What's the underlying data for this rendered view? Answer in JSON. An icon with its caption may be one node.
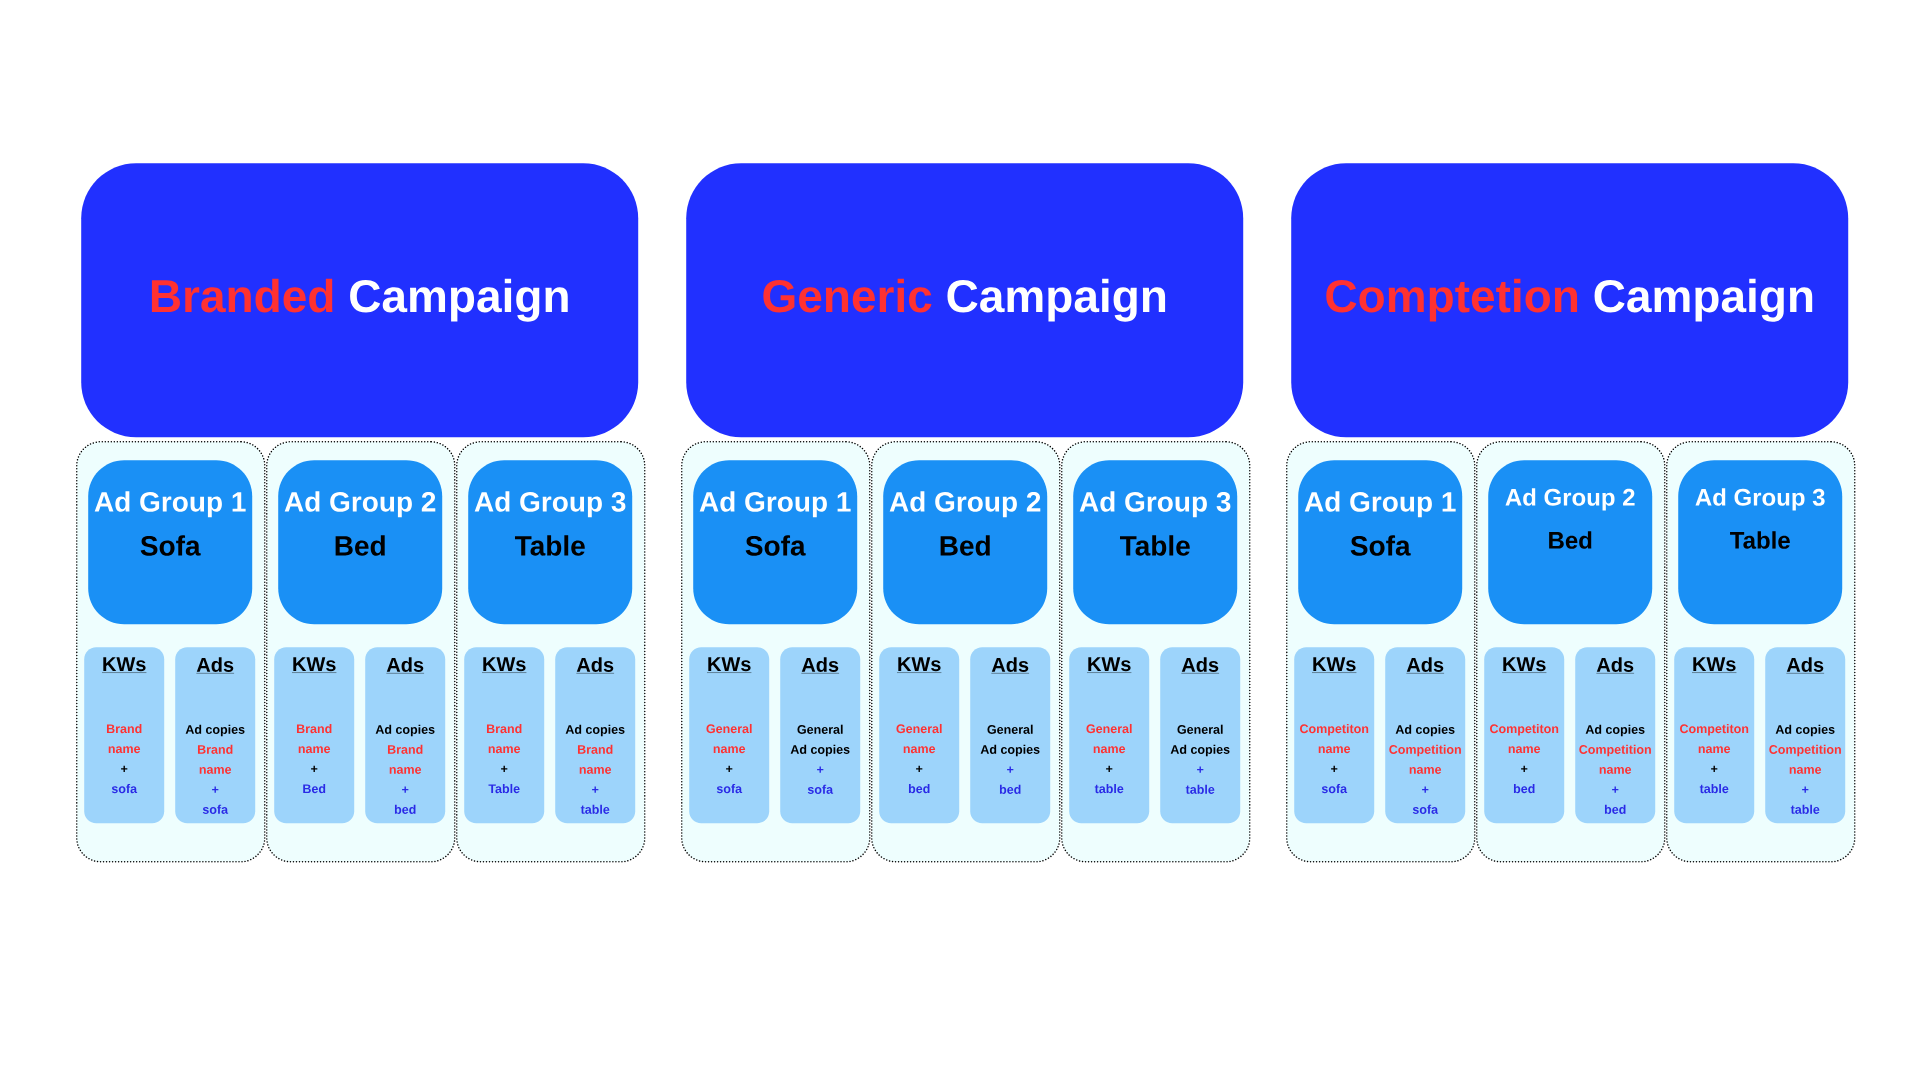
{
  "diagram": {
    "nodes": [
      {
        "text": [
          "Branded",
          "Campaign"
        ]
      },
      {
        "text": [],
        "shape": "box"
      },
      {
        "text": [
          "Ad Group 1",
          "Sofa"
        ],
        "in": 1
      },
      {
        "text": [
          "KWs",
          "Brand name",
          "+",
          "sofa"
        ],
        "in": 1
      },
      {
        "text": [
          "Ads",
          "Ad copies",
          "Brand name",
          "+",
          "sofa"
        ],
        "in": 1
      },
      {
        "text": [],
        "shape": "box"
      },
      {
        "text": [
          "Ad Group 2",
          "Bed"
        ],
        "in": 5
      },
      {
        "text": [
          "KWs",
          "Brand name",
          "+",
          "Bed"
        ],
        "in": 5
      },
      {
        "text": [
          "Ads",
          "Ad copies",
          "Brand name",
          "+",
          "bed"
        ],
        "in": 5
      },
      {
        "text": [],
        "shape": "box"
      },
      {
        "text": [
          "Ad Group 3",
          "Table"
        ],
        "in": 9
      },
      {
        "text": [
          "KWs",
          "Brand name",
          "+",
          "Table"
        ],
        "in": 9
      },
      {
        "text": [
          "Ads",
          "Ad copies",
          "Brand name",
          "+",
          "table"
        ],
        "in": 9
      },
      {
        "text": [
          "Generic",
          "Campaign"
        ]
      },
      {
        "text": [],
        "shape": "box"
      },
      {
        "text": [
          "Ad Group 1",
          "Sofa"
        ],
        "in": 14
      },
      {
        "text": [
          "KWs",
          "General name",
          "+",
          "sofa"
        ],
        "in": 14
      },
      {
        "text": [
          "Ads",
          "General Ad copies",
          "+",
          "sofa"
        ],
        "in": 14
      },
      {
        "text": [],
        "shape": "box"
      },
      {
        "text": [
          "Ad Group 2",
          "Bed"
        ],
        "in": 18
      },
      {
        "text": [
          "KWs",
          "General name",
          "+",
          "bed"
        ],
        "in": 18
      },
      {
        "text": [
          "Ads",
          "General Ad copies",
          "+",
          "bed"
        ],
        "in": 18
      },
      {
        "text": [],
        "shape": "box"
      },
      {
        "text": [
          "Ad Group 3",
          "Table"
        ],
        "in": 22
      },
      {
        "text": [
          "KWs",
          "General name",
          "+",
          "table"
        ],
        "in": 22
      },
      {
        "text": [
          "Ads",
          "General Ad copies",
          "+",
          "table"
        ],
        "in": 22
      },
      {
        "text": [
          "Comptetion",
          "Campaign"
        ]
      },
      {
        "text": [],
        "shape": "box"
      },
      {
        "text": [
          "Ad Group 1",
          "Sofa"
        ],
        "in": 27
      },
      {
        "text": [
          "KWs",
          "Competiton name",
          "+",
          "sofa"
        ],
        "in": 27
      },
      {
        "text": [
          "Ads",
          "Ad copies",
          "Competition name",
          "+",
          "sofa"
        ],
        "in": 27
      },
      {
        "text": [],
        "shape": "box"
      },
      {
        "text": [
          "Ad Group 2",
          "Bed"
        ],
        "in": 31
      },
      {
        "text": [
          "KWs",
          "Competiton name",
          "+",
          "bed"
        ],
        "in": 31
      },
      {
        "text": [
          "Ads",
          "Ad copies",
          "Competition name",
          "+",
          "bed"
        ],
        "in": 31
      },
      {
        "text": [],
        "shape": "box"
      },
      {
        "text": [
          "Ad Group 3",
          "Table"
        ],
        "in": 35
      },
      {
        "text": [
          "KWs",
          "Competiton name",
          "+",
          "table"
        ],
        "in": 35
      },
      {
        "text": [
          "Ads",
          "Ad copies",
          "Competition name",
          "+",
          "table"
        ],
        "in": 35
      }
    ]
  }
}
